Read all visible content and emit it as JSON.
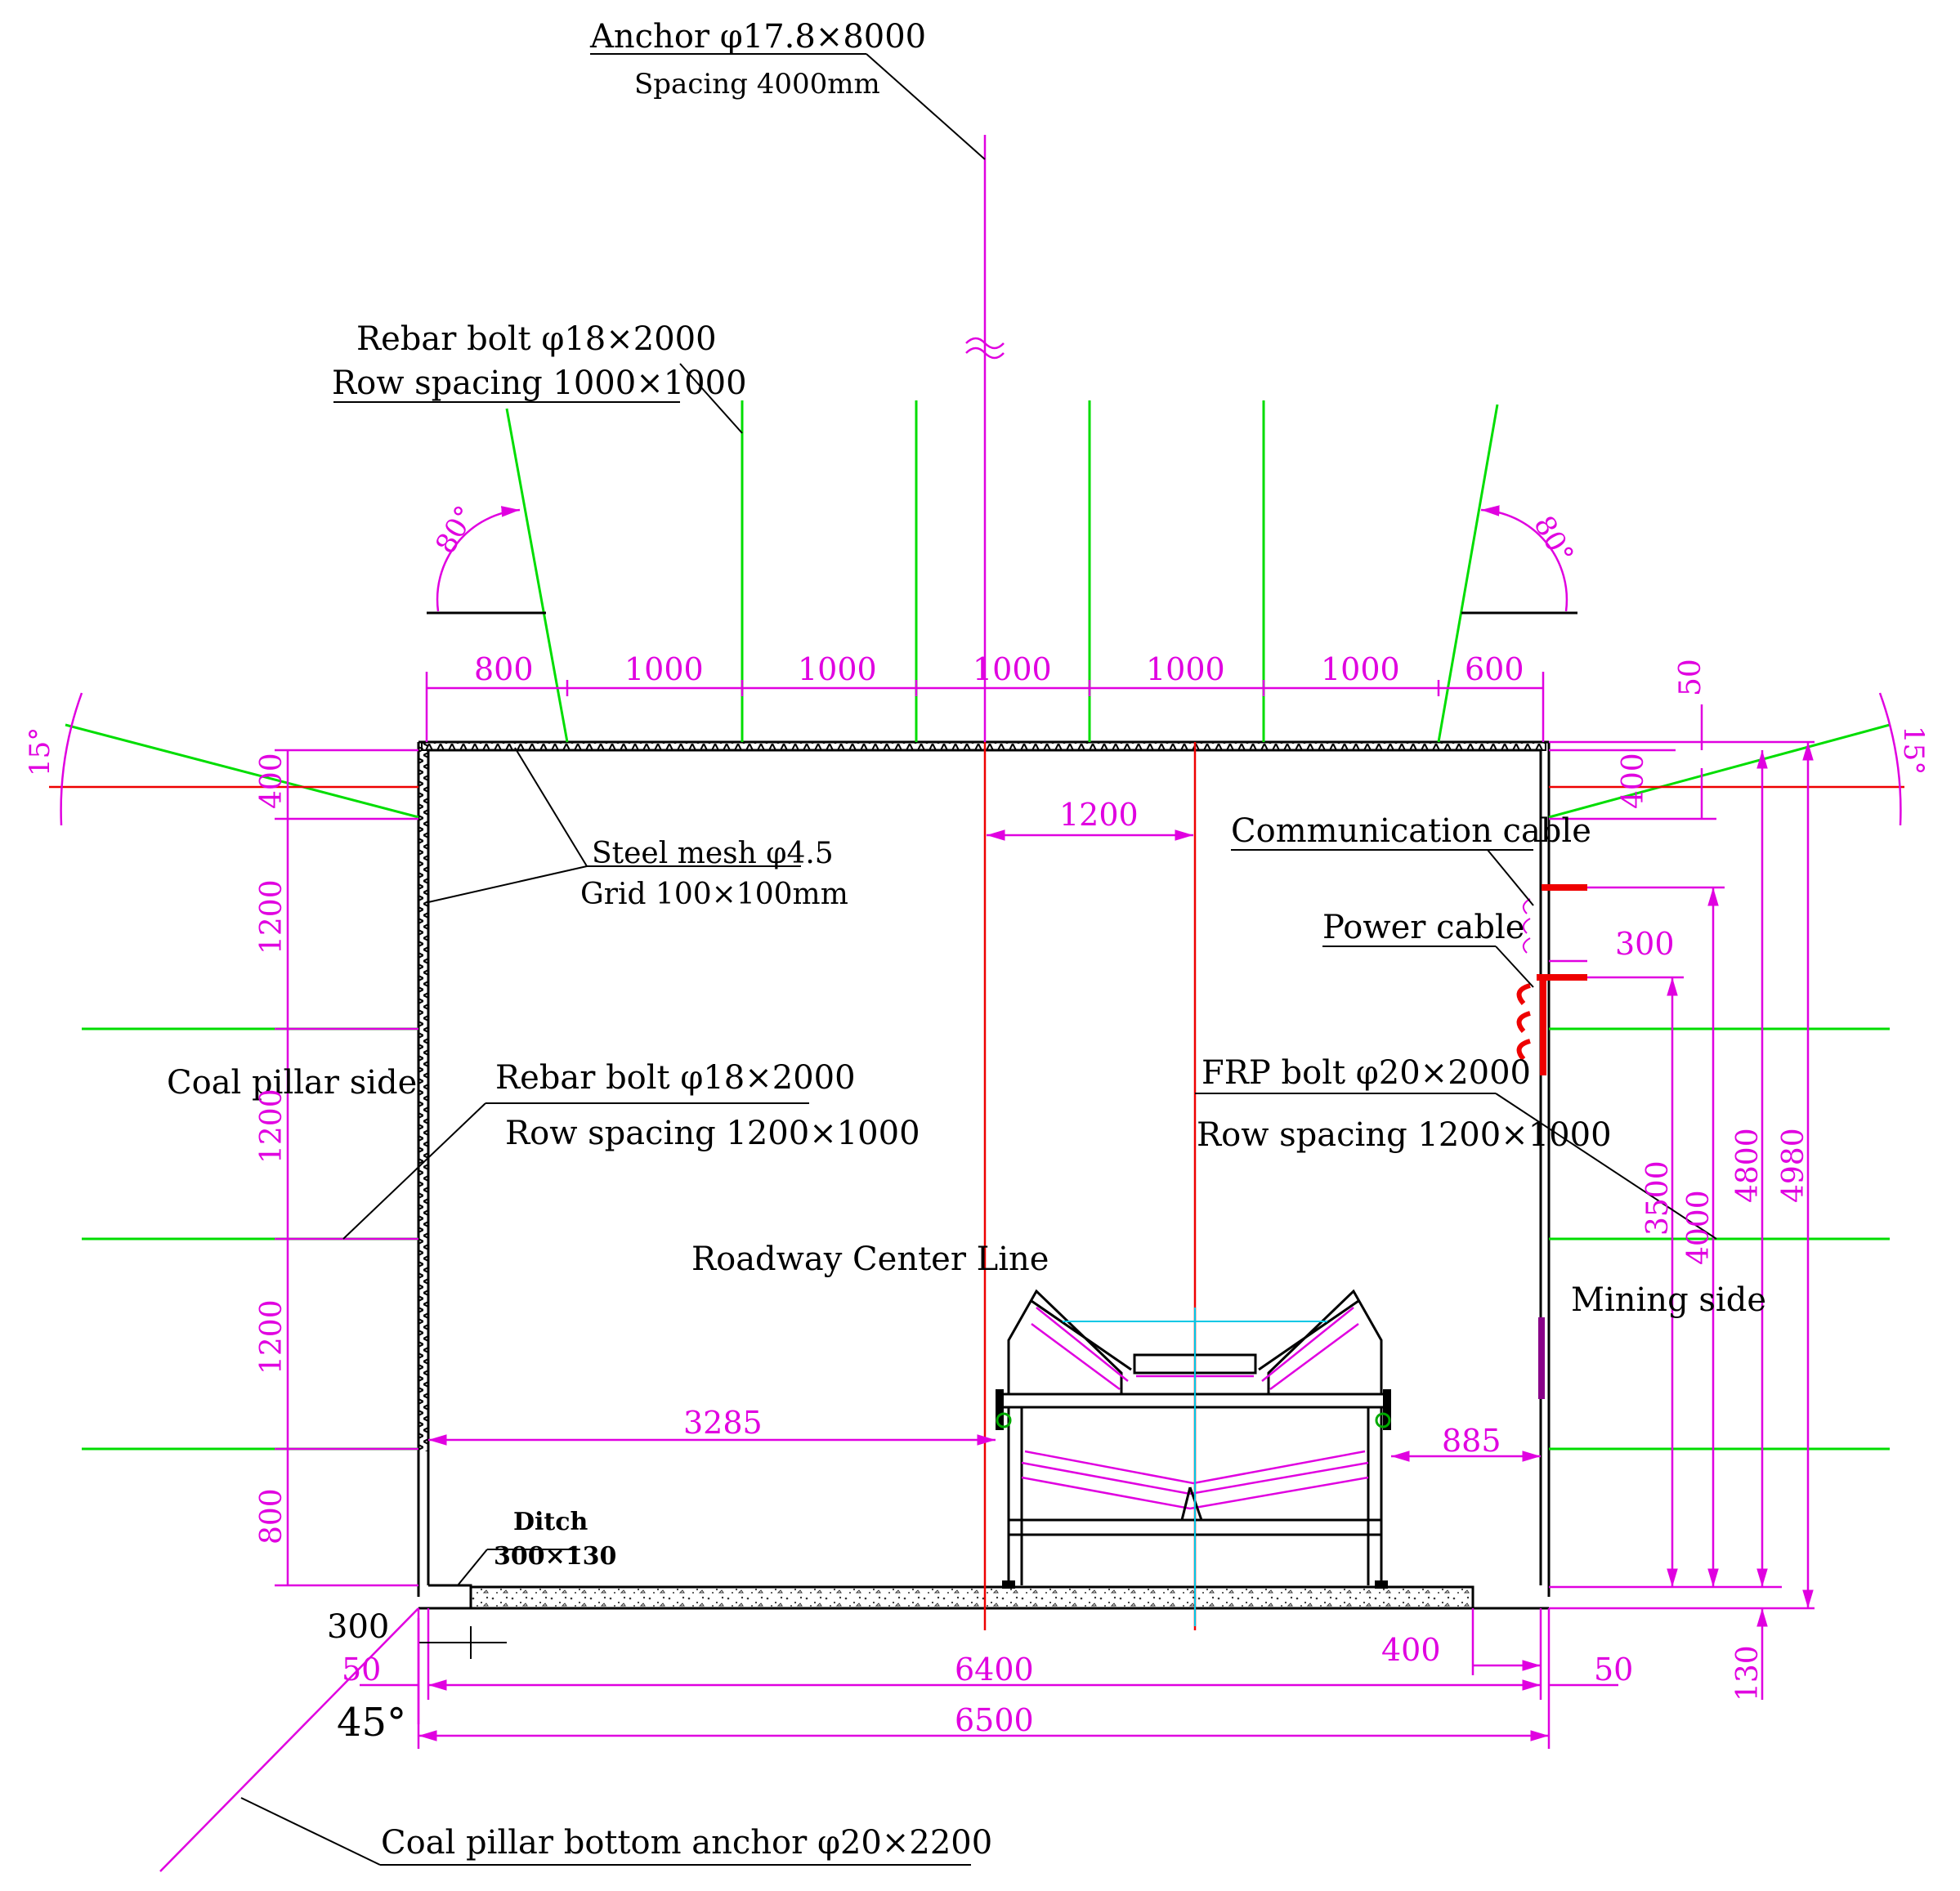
{
  "labels": {
    "anchor_line1": "Anchor φ17.8×8000",
    "anchor_line2": "Spacing 4000mm",
    "roof_bolt_line1": "Rebar bolt φ18×2000",
    "roof_bolt_line2": "Row spacing 1000×1000",
    "mesh_line1": "Steel mesh φ4.5",
    "mesh_line2": "Grid 100×100mm",
    "coal_pillar_side": "Coal pillar side",
    "rib_bolt_line1": "Rebar bolt φ18×2000",
    "rib_bolt_line2": "Row spacing 1200×1000",
    "frp_line1": "FRP bolt  φ20×2000",
    "frp_line2": "Row spacing 1200×1000",
    "communication_cable": "Communication cable",
    "power_cable": "Power cable",
    "roadway_center_line": "Roadway Center Line",
    "mining_side": "Mining side",
    "ditch_line1": "Ditch",
    "ditch_line2": "300×130",
    "bottom_anchor": "Coal pillar bottom anchor  φ20×2200"
  },
  "dimensions": {
    "roof_spacing": [
      "800",
      "1000",
      "1000",
      "1000",
      "1000",
      "1000",
      "600"
    ],
    "left_vertical": [
      "400",
      "1200",
      "1200",
      "1200",
      "800"
    ],
    "right_top_50": "50",
    "right_400": "400",
    "center_offset": "1200",
    "cable_gap": "300",
    "height_3500": "3500",
    "height_4000": "4000",
    "height_4800": "4800",
    "height_4980": "4980",
    "height_130": "130",
    "conveyor_left": "3285",
    "conveyor_right": "885",
    "ditch_width": "300",
    "left_50": "50",
    "width_6400": "6400",
    "right_400_bottom": "400",
    "right_50": "50",
    "width_6500": "6500"
  },
  "angles": {
    "roof_left": "80°",
    "roof_right": "80°",
    "rib_left": "15°",
    "rib_right": "15°",
    "bottom": "45°"
  },
  "colors": {
    "outline": "#000000",
    "dimension": "#e000e0",
    "bolt": "#00dd00",
    "center_line": "#ee0000",
    "conveyor_axis": "#00c8e6"
  }
}
